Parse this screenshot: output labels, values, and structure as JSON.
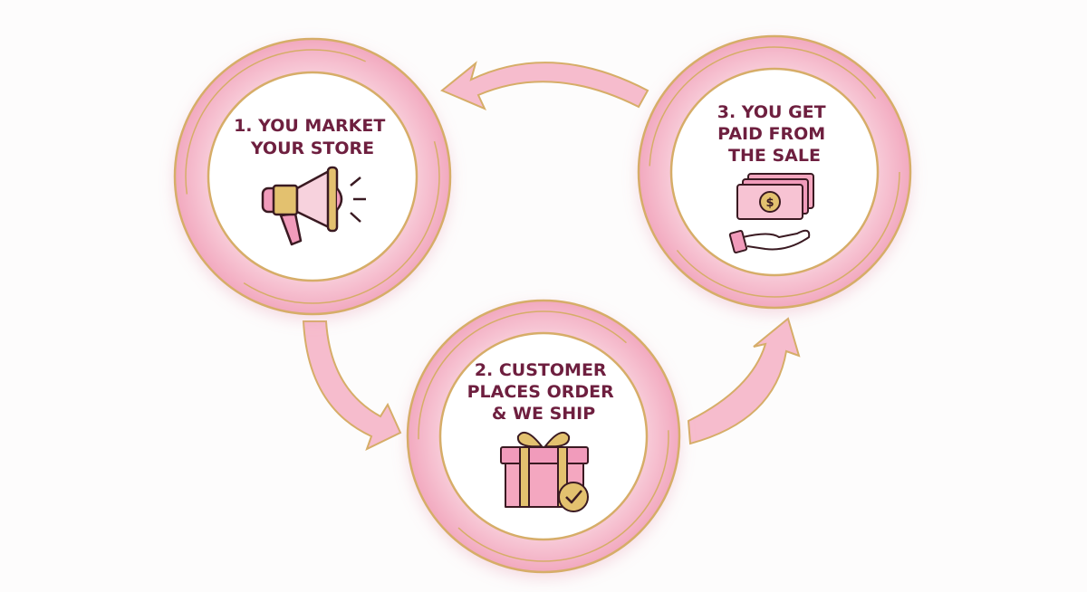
{
  "colors": {
    "pink": "#f4b3c7",
    "pink_light": "#f9d3de",
    "gold": "#d6ad68",
    "text": "#6e1f3f"
  },
  "steps": [
    {
      "lines": [
        "1. YOU MARKET",
        "YOUR STORE"
      ],
      "icon": "megaphone-icon"
    },
    {
      "lines": [
        "2. CUSTOMER",
        "PLACES ORDER",
        "& WE SHIP"
      ],
      "icon": "gift-box-check-icon"
    },
    {
      "lines": [
        "3. YOU GET",
        "PAID FROM",
        "THE SALE"
      ],
      "icon": "money-hand-icon"
    }
  ]
}
